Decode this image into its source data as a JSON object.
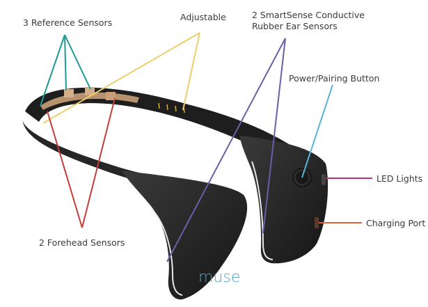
{
  "labels": {
    "reference_sensors": "3 Reference Sensors",
    "adjustable": "Adjustable",
    "ear_sensors_line1": "2 SmartSense Conductive",
    "ear_sensors_line2": "Rubber Ear Sensors",
    "power_button": "Power/Pairing Button",
    "led_lights": "LED Lights",
    "charging_port": "Charging Port",
    "forehead_sensors": "2 Forehead Sensors"
  },
  "brand": {
    "logo_text": "muse"
  },
  "colors": {
    "reference": "#1a9b8e",
    "adjustable": "#f0cd6c",
    "ear": "#6c5ea6",
    "power": "#55b5d6",
    "led": "#b0327e",
    "charging": "#e0603a",
    "forehead": "#c63b38",
    "device": "#232323",
    "logo": "#4aa3c8"
  }
}
